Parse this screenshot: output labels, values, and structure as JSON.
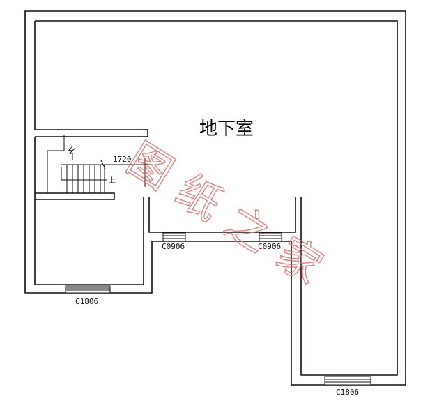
{
  "room": {
    "title": "地下室"
  },
  "dimension": {
    "value": "1720"
  },
  "stair": {
    "up_mark": "上",
    "turn_mark": "Z"
  },
  "windows": {
    "left_bottom": "C1806",
    "right_bottom": "C1806",
    "corridor_left": "C0906",
    "corridor_right": "C0906"
  },
  "watermark": {
    "chars": [
      "图",
      "纸",
      "之",
      "家"
    ],
    "color": "#e06a6a"
  }
}
